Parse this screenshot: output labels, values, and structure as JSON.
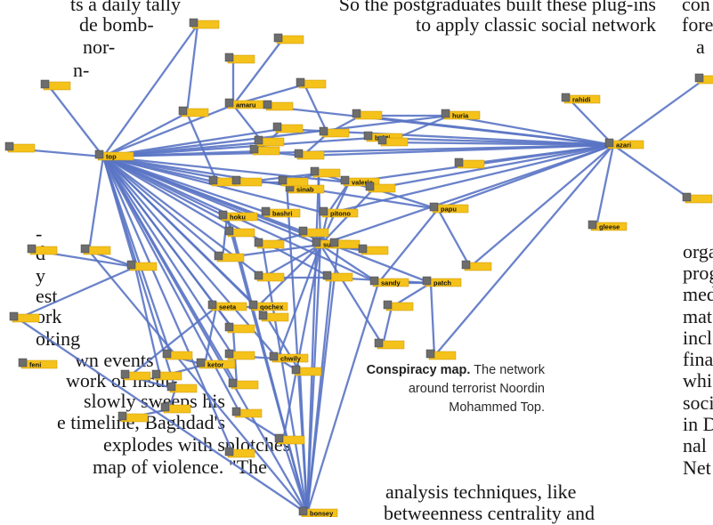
{
  "article": {
    "left_lines": [
      "ts a daily tally",
      "de bomb-",
      "nor-",
      "n-",
      "-",
      "d",
      "y",
      "est",
      "ork",
      "oking",
      "wn events",
      "work of insur-",
      "slowly sweeps his",
      "e timeline, Baghdad's",
      "explodes with splotches",
      "map of violence. \"The"
    ],
    "top_center_lines": [
      "So the postgraduates built these plug-ins",
      "to apply classic social network"
    ],
    "bottom_center_lines": [
      "analysis techniques, like",
      "betweenness centrality and"
    ],
    "right_top_lines": [
      "con",
      "fore",
      "a"
    ],
    "right_lines": [
      "orga",
      "prog",
      "med",
      "mat",
      "incl",
      "fina",
      "whi",
      "soci",
      "in D",
      "nal",
      "Net"
    ]
  },
  "caption": {
    "title": "Conspiracy map.",
    "text": "The network around terrorist Noordin Mohammed Top."
  },
  "diagram": {
    "edge_color": "#5a74c4",
    "node_color": "#f5c21b",
    "nodes": [
      {
        "id": "top",
        "label": "top",
        "big": true
      },
      {
        "id": "azhari",
        "label": "azari",
        "big": true
      },
      {
        "id": "sulfi",
        "label": "sulfi",
        "big": true
      },
      {
        "id": "pitono",
        "label": "pitono",
        "big": true
      },
      {
        "id": "bashri",
        "label": "bashri",
        "big": true
      },
      {
        "id": "valeria",
        "label": "valeria",
        "big": true
      },
      {
        "id": "rahidi",
        "label": "rahidi",
        "big": true
      },
      {
        "id": "chwily",
        "label": "chwily",
        "big": true
      },
      {
        "id": "sinab",
        "label": "sinab",
        "big": true
      },
      {
        "id": "bonsey",
        "label": "bonsey",
        "big": true
      },
      {
        "id": "hoku",
        "label": "hoku",
        "big": true
      },
      {
        "id": "seeta",
        "label": "seeta",
        "big": true
      },
      {
        "id": "amaru",
        "label": "amaru",
        "big": true
      },
      {
        "id": "qochex",
        "label": "qochex",
        "big": true
      },
      {
        "id": "patch",
        "label": "patch",
        "big": true
      },
      {
        "id": "papu",
        "label": "papu",
        "big": true
      },
      {
        "id": "sandy",
        "label": "sandy",
        "big": true
      },
      {
        "id": "gleese",
        "label": "gleese",
        "big": true
      },
      {
        "id": "huria",
        "label": "huria",
        "big": true
      },
      {
        "id": "bakti",
        "label": "bakti",
        "big": true
      },
      {
        "id": "feni",
        "label": "feni",
        "big": true
      },
      {
        "id": "ketor",
        "label": "ketor",
        "big": true
      }
    ]
  }
}
